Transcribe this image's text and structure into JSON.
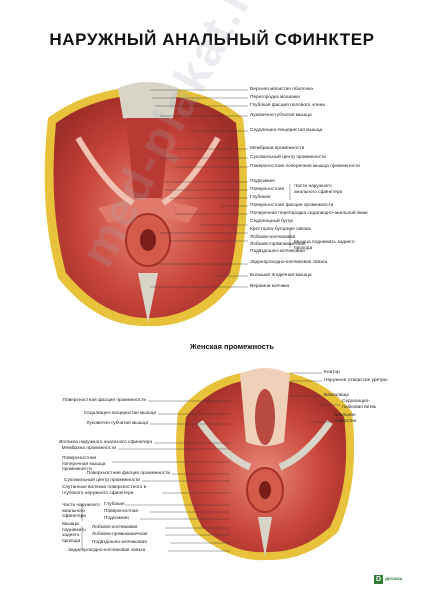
{
  "title": "НАРУЖНЫЙ АНАЛЬНЫЙ СФИНКТЕР",
  "subtitle": "Женская промежность",
  "watermark": "med-plakat.ru",
  "logo": "ДЕЛАМА",
  "male_labels": [
    "Верхняя мясистая оболочка",
    "Перегородка мошонки",
    "Глубокая фасция полового члена",
    "Луковично-губчатая мышца",
    "Седалищно-пещеристая мышца",
    "Мембрана промежности",
    "Сухожильный центр промежности",
    "Поверхностная поперечная мышца промежности",
    "Поверхностная фасция промежности",
    "Поперечная перегородка седалищно-анальной ямки",
    "Седалищный бугор",
    "Крестцово-бугорная связка",
    "Заднепроходно-копчиковая связка",
    "Большая ягодичная мышца",
    "Вершина копчика"
  ],
  "male_sphincter_parts": [
    "Подкожная",
    "Поверхностная",
    "Глубокая"
  ],
  "male_sphincter_group": "Части наружного анального сфинктера",
  "male_levator_parts": [
    "Лобково-копчиковая",
    "Лобково-прямокишечная",
    "Подвздошно-копчиковая"
  ],
  "male_levator_group": "Мышца поднимать заднего прохода",
  "female_right_labels": [
    "Клитор",
    "Наружное отверстие уретры",
    "Влагалище",
    "Седалищно-лобковая ветвь",
    "Анальное отверстие"
  ],
  "female_left_labels": [
    "Поверхностная фасция промежности",
    "Седалищно-пещеристая мышца",
    "Луковично-губчатая мышца",
    "Волокна наружного анального сфинктера",
    "Мембрана промежности",
    "Поверхностная поперечная мышца промежности",
    "Поверхностная фасция промежности",
    "Сухожильный центр промежности",
    "Спутанные волокна поверхностного и глубокого наружного сфинктера"
  ],
  "female_sphincter_group": "Части наружного анального сфинктера",
  "female_sphincter_parts": [
    "Глубокая",
    "Поверхностная",
    "Подкожная"
  ],
  "female_levator_group": "Мышца поднимать заднего прохода",
  "female_levator_parts": [
    "Лобково-копчиковая",
    "Лобково-прямокишечная",
    "Подвздошно-копчиковая"
  ],
  "female_bottom_label": "Заднепроходно-копчиковая связка",
  "colors": {
    "muscle": "#c8443a",
    "muscle_light": "#e07a6a",
    "fat": "#e8c23a",
    "fascia": "#d9d4c8",
    "skin": "#f0d0b8"
  }
}
